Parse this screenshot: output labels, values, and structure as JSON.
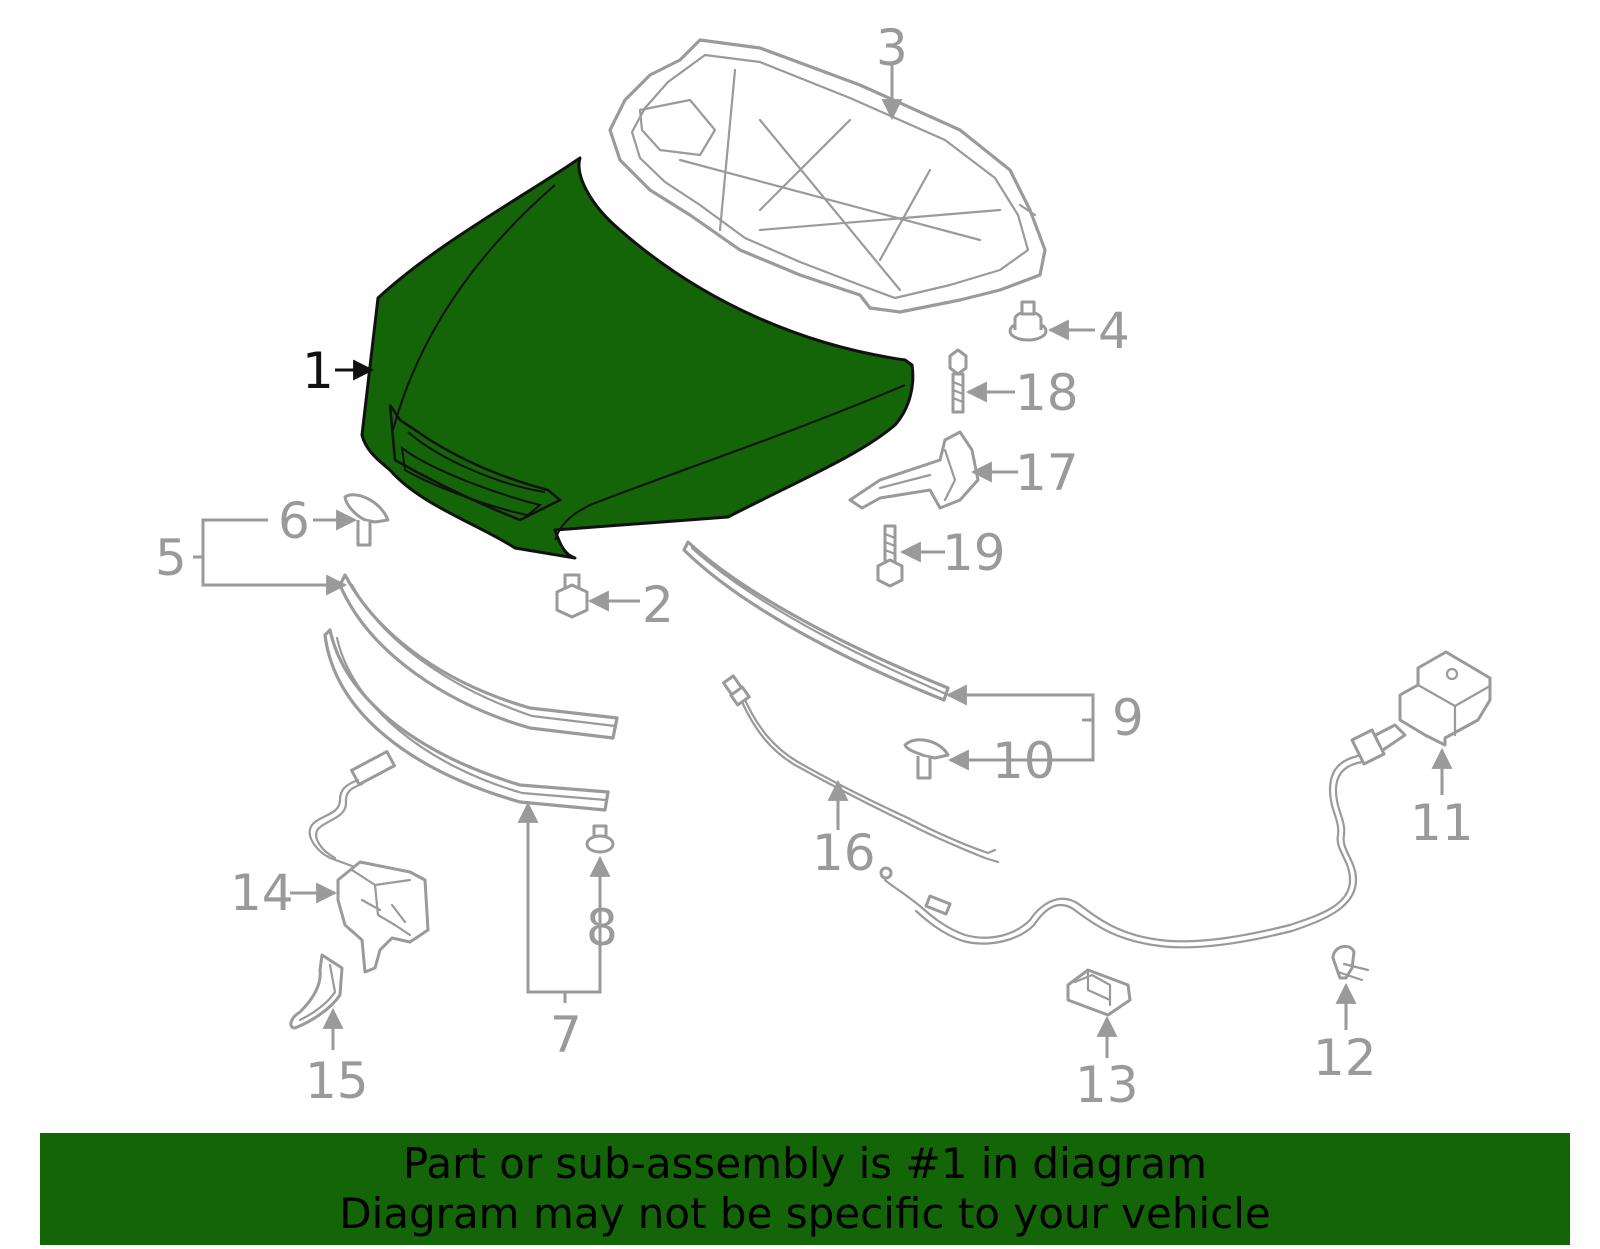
{
  "colors": {
    "highlight": "#146408",
    "part_outline": "#9a9a9a",
    "banner_background": "#146408",
    "banner_text": "#000000"
  },
  "callouts": {
    "c1": "1",
    "c2": "2",
    "c3": "3",
    "c4": "4",
    "c5": "5",
    "c6": "6",
    "c7": "7",
    "c8": "8",
    "c9": "9",
    "c10": "10",
    "c11": "11",
    "c12": "12",
    "c13": "13",
    "c14": "14",
    "c15": "15",
    "c16": "16",
    "c17": "17",
    "c18": "18",
    "c19": "19"
  },
  "banner": {
    "line1": "Part or sub-assembly is #1 in diagram",
    "line2": "Diagram may not be specific to your vehicle"
  }
}
